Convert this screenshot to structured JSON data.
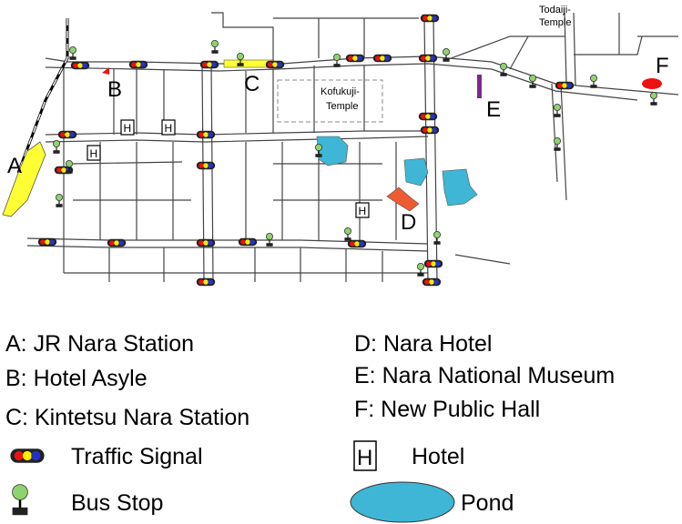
{
  "map": {
    "places": {
      "a": "A",
      "b": "B",
      "c": "C",
      "d": "D",
      "e": "E",
      "f": "F"
    },
    "temples": {
      "kofukuji_line1": "Kofukuji-",
      "kofukuji_line2": "Temple",
      "todaiji_line1": "Todaiji-",
      "todaiji_line2": "Temple"
    },
    "hotel_symbol": "H"
  },
  "legend": {
    "a": "A: JR Nara Station",
    "b": "B: Hotel Asyle",
    "c": "C: Kintetsu Nara Station",
    "d": "D: Nara Hotel",
    "e": "E: Nara National Museum",
    "f": "F: New Public Hall",
    "traffic_signal": "Traffic Signal",
    "bus_stop": "Bus Stop",
    "hotel_symbol": "H",
    "hotel": "Hotel",
    "pond": "Pond"
  },
  "colors": {
    "pond": "#3fb6d6",
    "jr_station": "#ffff33",
    "kintetsu_station": "#ffff33",
    "nara_hotel": "#f05a30",
    "museum": "#7b2a8a",
    "public_hall": "#ee1111",
    "hotel_asyle": "#ee1111",
    "bus_stop": "#8fd36e",
    "signal_red": "#ee1111",
    "signal_yellow": "#ffee00",
    "signal_blue": "#2233cc"
  }
}
